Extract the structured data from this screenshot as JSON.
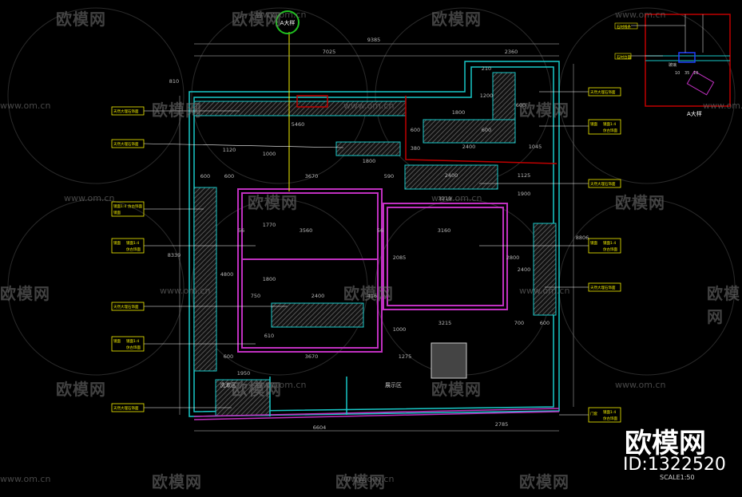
{
  "callout_top": "A大样",
  "callout_detail": "A大样",
  "scale": "SCALE1:50",
  "brand": {
    "logo": "欧模网",
    "id": "ID:1322520",
    "url": "www.om.cn"
  },
  "areas": {
    "wash": "洗漱区",
    "display": "展示区"
  },
  "dims": {
    "top_total": "9385",
    "top_a": "7025",
    "top_b": "2360",
    "left_810": "810",
    "d1200": "1200",
    "d210": "210",
    "d600a": "600",
    "d1800a": "1800",
    "d1800b": "1800",
    "d600b": "600",
    "d600c": "600",
    "d380": "380",
    "d2400a": "2400",
    "d1045": "1045",
    "d5460": "5460",
    "d1120": "1120",
    "d1000": "1000",
    "d600d": "600",
    "d600e": "600",
    "d3670a": "3670",
    "d590": "590",
    "d2400b": "2400",
    "d1125": "1125",
    "d3219": "3219",
    "d1900": "1900",
    "d56a": "56",
    "d3560": "3560",
    "d56b": "56",
    "d3160": "3160",
    "d1770": "1770",
    "d2800": "2800",
    "d2085": "2085",
    "d4800": "4800",
    "d2400c": "2400",
    "d1800c": "1800",
    "d750": "750",
    "d2400d": "2400",
    "d416": "416",
    "d8806": "8806",
    "d610": "610",
    "d1000b": "1000",
    "d3215": "3215",
    "d700": "700",
    "d600f": "600",
    "d600g": "600",
    "d3670b": "3670",
    "d1275": "1275",
    "d1950": "1950",
    "d6604": "6604",
    "d2785": "2785",
    "d8339": "8339",
    "d10": "10",
    "d35": "35",
    "d10b": "10"
  },
  "labels": {
    "left1": "天然大理石饰面",
    "left2": "天然大理石饰面",
    "left3a": "镜面1:4",
    "left3b": "仿古饰面",
    "left3c": "镜面",
    "left4a": "镜面",
    "left4b": "镜面1:4",
    "left4c": "仿古饰面",
    "left5": "天然大理石饰面",
    "left6a": "镜面",
    "left6b": "镜面1:4",
    "left6c": "仿古饰面",
    "left7": "天然大理石饰面",
    "right1": "天然大理石饰面",
    "right2a": "镜面",
    "right2b": "镜面1:4",
    "right2c": "仿古饰面",
    "right3": "天然大理石饰面",
    "right4a": "镜面",
    "right4b": "镜面1:4",
    "right4c": "仿古饰面",
    "right5": "天然大理石饰面",
    "right6a": "门套",
    "right6b": "镜面1:4",
    "right6c": "仿古饰面",
    "detail1": "石材线条",
    "detail2": "石材台面",
    "detail3": "玻璃"
  },
  "colors": {
    "wall": "#19c9c9",
    "cabinet": "#c030c0",
    "dim": "#b8b8b8",
    "label": "#f5f000",
    "leader": "#ffffff",
    "red": "#c00000",
    "green": "#20c020"
  }
}
